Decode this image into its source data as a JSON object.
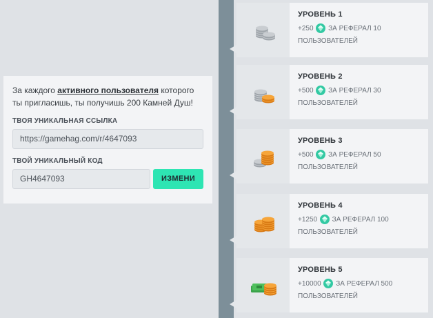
{
  "referral": {
    "intro_before": "За каждого ",
    "intro_bold": "активного пользователя",
    "intro_after": " которого ты пригласишь, ты получишь 200 Камней Душ!",
    "link_label": "ТВОЯ УНИКАЛЬНАЯ ССЫЛКА",
    "link_value": "https://gamehag.com/r/4647093",
    "code_label": "ТВОЙ УНИКАЛЬНЫЙ КОД",
    "code_value": "GH4647093",
    "change_button": "ИЗМЕНИ"
  },
  "levels": [
    {
      "title": "УРОВЕНЬ 1",
      "amount": "+250",
      "referrals": "ЗА РЕФЕРАЛ 10",
      "users": "ПОЛЬЗОВАТЕЛЕЙ",
      "icon": "silver-coins-icon"
    },
    {
      "title": "УРОВЕНЬ 2",
      "amount": "+500",
      "referrals": "ЗА РЕФЕРАЛ 30",
      "users": "ПОЛЬЗОВАТЕЛЕЙ",
      "icon": "silver-gold-coins-icon"
    },
    {
      "title": "УРОВЕНЬ 3",
      "amount": "+500",
      "referrals": "ЗА РЕФЕРАЛ 50",
      "users": "ПОЛЬЗОВАТЕЛЕЙ",
      "icon": "gold-silver-coins-icon"
    },
    {
      "title": "УРОВЕНЬ 4",
      "amount": "+1250",
      "referrals": "ЗА РЕФЕРАЛ 100",
      "users": "ПОЛЬЗОВАТЕЛЕЙ",
      "icon": "gold-coins-icon"
    },
    {
      "title": "УРОВЕНЬ 5",
      "amount": "+10000",
      "referrals": "ЗА РЕФЕРАЛ 500",
      "users": "ПОЛЬЗОВАТЕЛЕЙ",
      "icon": "cash-coins-icon"
    }
  ],
  "colors": {
    "accent": "#2ee5b3",
    "gem": "#33c9a3",
    "rail": "#7d8f99"
  }
}
